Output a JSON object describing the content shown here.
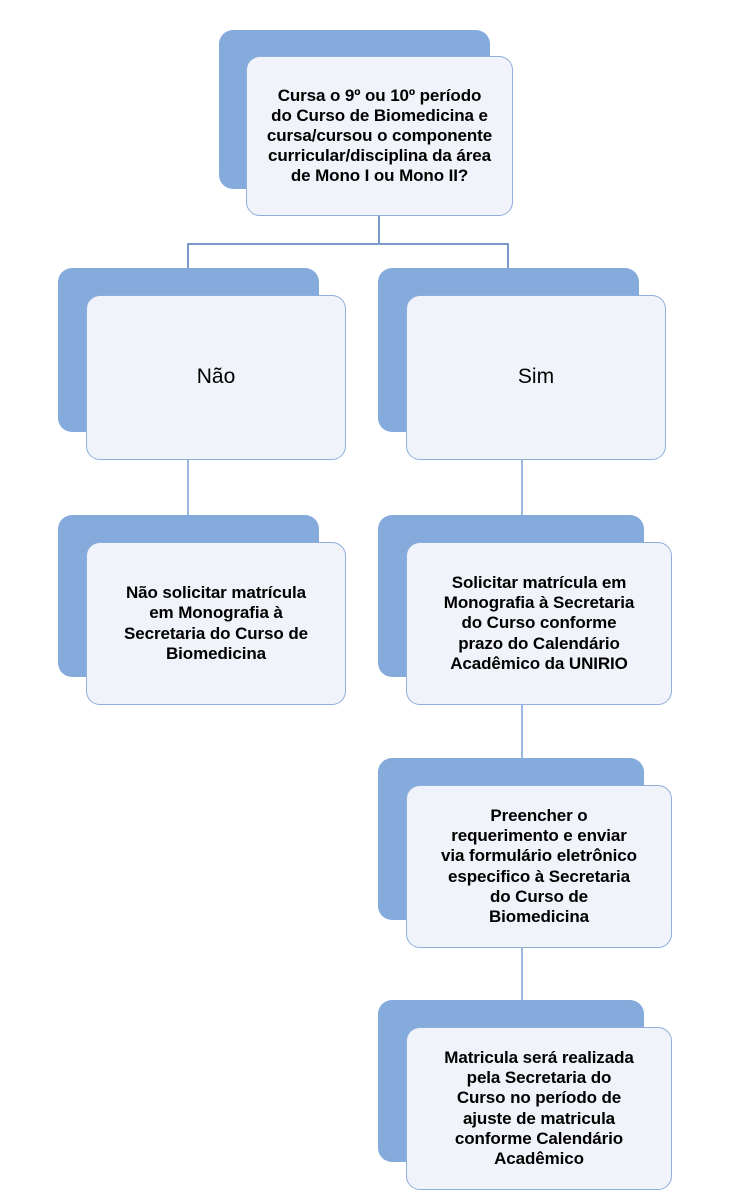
{
  "diagram": {
    "title": "Fluxograma de matrícula em Monografia - Curso de Biomedicina",
    "colors": {
      "shadow_blue": "#85abdc",
      "face_fill": "#f0f3f9",
      "face_border": "#8faedb",
      "connector": "#7999c9",
      "text": "#000000",
      "background": "#ffffff"
    },
    "nodes": [
      {
        "id": "question",
        "role": "decision",
        "text": "Cursa o 9º ou 10º período\ndo Curso de Biomedicina e\ncursa/cursou o componente\ncurricular/disciplina da área\nde Mono I ou Mono II?"
      },
      {
        "id": "branch-no",
        "role": "branch-label",
        "text": "Não"
      },
      {
        "id": "branch-yes",
        "role": "branch-label",
        "text": "Sim"
      },
      {
        "id": "outcome-no",
        "role": "process",
        "text": "Não solicitar matrícula\nem Monografia à\nSecretaria do Curso de\nBiomedicina"
      },
      {
        "id": "step-request",
        "role": "process",
        "text": "Solicitar matrícula em\nMonografia à Secretaria\ndo Curso conforme\nprazo do Calendário\nAcadêmico da UNIRIO"
      },
      {
        "id": "step-form",
        "role": "process",
        "text": "Preencher o\nrequerimento e enviar\nvia formulário eletrônico\nespecifico à Secretaria\ndo Curso de\nBiomedicina"
      },
      {
        "id": "step-result",
        "role": "process",
        "text": "Matricula será realizada\npela Secretaria do\nCurso no período de\najuste de matricula\nconforme Calendário\nAcadêmico"
      }
    ]
  }
}
